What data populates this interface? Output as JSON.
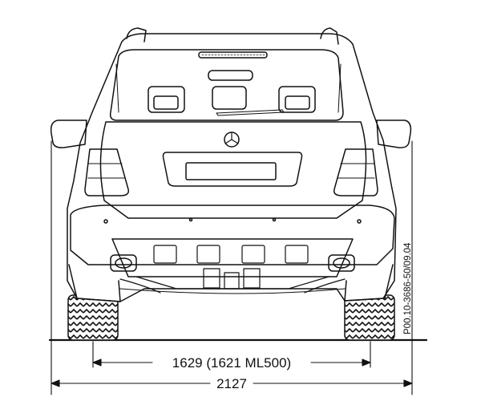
{
  "drawing": {
    "track_width_label": "1629 (1621 ML500)",
    "overall_width_label": "2127",
    "reference_code": "P00.10-3686-50/09.04"
  }
}
